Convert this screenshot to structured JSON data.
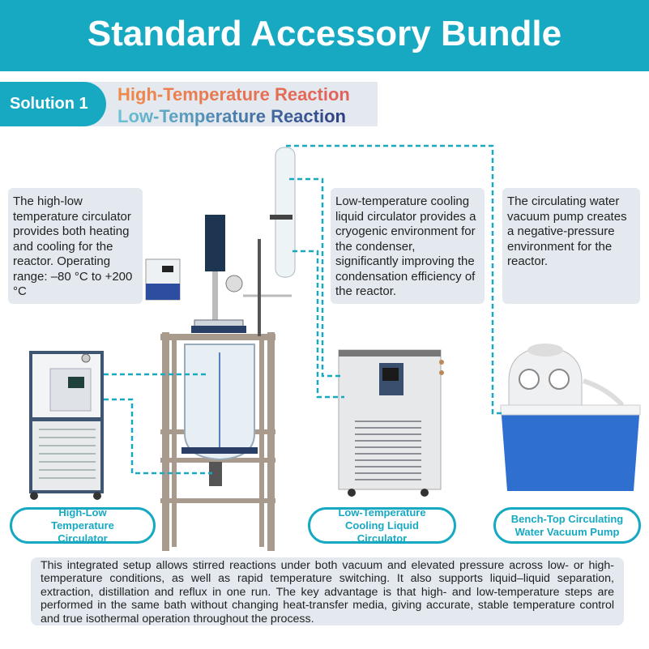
{
  "header": {
    "title": "Standard Accessory Bundle"
  },
  "solution": {
    "badge": "Solution 1",
    "line1": "High-Temperature Reaction",
    "line2": "Low-Temperature Reaction"
  },
  "descriptions": {
    "circulator": "The high-low temperature circulator provides both heating and cooling for the reactor. Operating range: –80 °C to +200 °C",
    "chiller": "Low-temperature cooling liquid circulator provides a cryogenic environment for the condenser, significantly improving the condensation efficiency of the reactor.",
    "pump": "The circulating water vacuum pump creates a negative-pressure environment for the reactor."
  },
  "labels": {
    "circulator": "High-Low Temperature Circulator",
    "chiller": "Low-Temperature Cooling Liquid Circulator",
    "pump": "Bench-Top Circulating Water Vacuum Pump"
  },
  "summary": "This integrated setup allows stirred reactions under both vacuum and elevated pressure across low- or high-temperature conditions, as well as rapid temperature switching. It also supports liquid–liquid separation, extraction, distillation and reflux in one run. The key advantage is that high- and low-temperature steps are performed in the same bath without changing heat-transfer media, giving accurate, stable temperature control and true isothermal operation throughout the process.",
  "colors": {
    "accent": "#17a9c2",
    "panel": "#e3e9ef",
    "hot": "#e0605c",
    "cold": "#2e3d83"
  }
}
